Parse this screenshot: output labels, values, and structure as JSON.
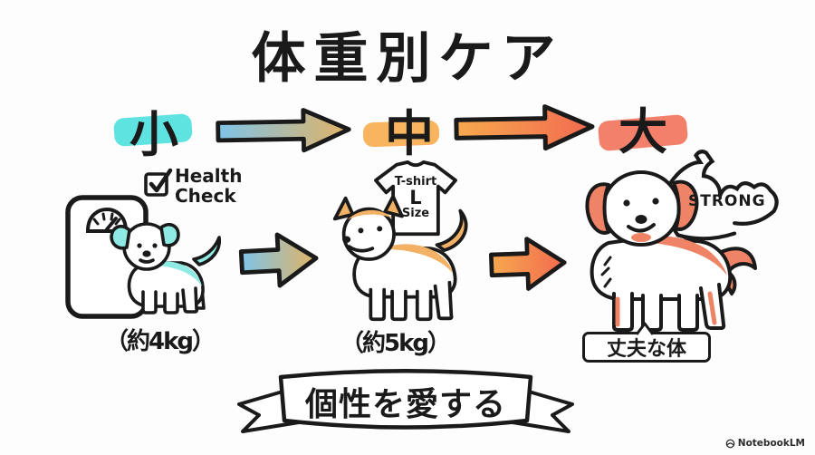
{
  "title": "体重別ケア",
  "size_scale": {
    "small": "小",
    "medium": "中",
    "large": "大"
  },
  "small_dog": {
    "health_check": "Health Check",
    "weight": "（約4kg）"
  },
  "medium_dog": {
    "tshirt": {
      "line1": "T-shirt",
      "line2": "L",
      "line3": "Size"
    },
    "weight": "（約5kg）"
  },
  "large_dog": {
    "strong": "STRONG",
    "caption": "丈夫な体"
  },
  "banner": "個性を愛する",
  "watermark": "NotebookLM",
  "colors": {
    "ink": "#1a1a1a",
    "small_highlight": "#5fe3e1",
    "medium_highlight": "#f8b45f",
    "large_highlight": "#f3806a",
    "arrow_blue": "#7fc4e8",
    "arrow_tan": "#e2b264",
    "arrow_orange": "#f6a94e",
    "arrow_red": "#f26a50",
    "puppy_accent": "#8feae3",
    "shiba_accent": "#f3b166",
    "bigdog_accent": "#ef8365"
  }
}
